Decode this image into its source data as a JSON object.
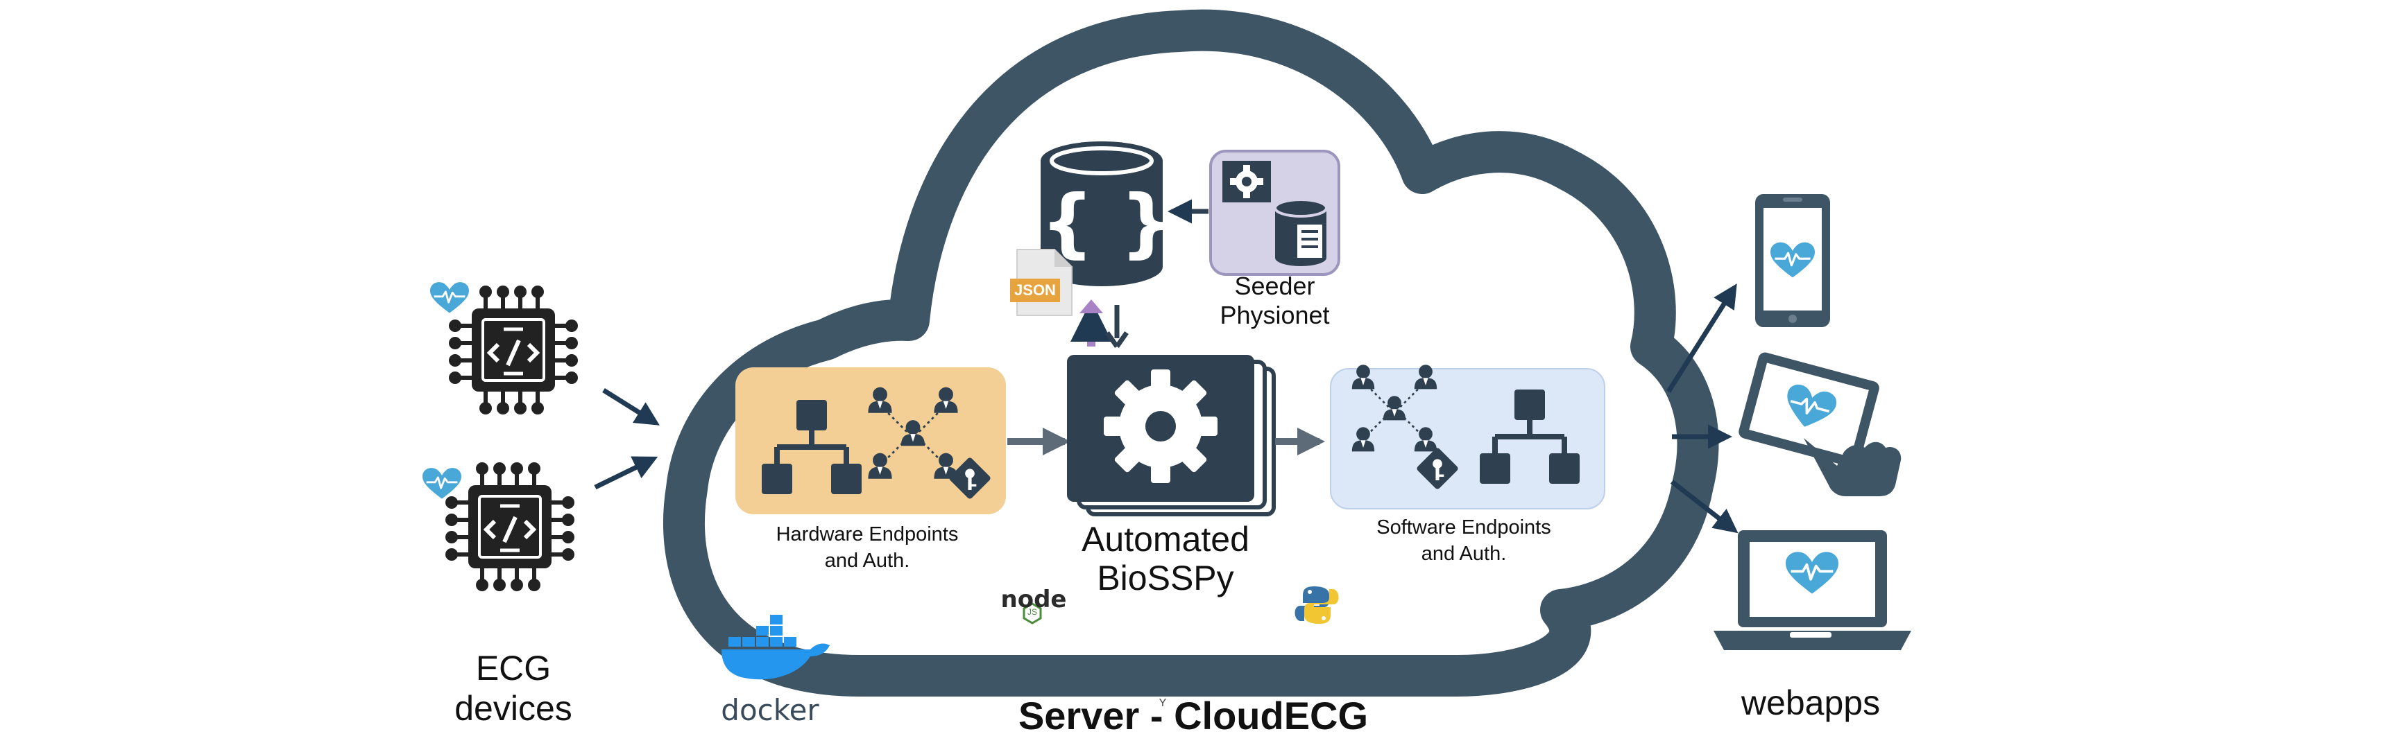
{
  "colors": {
    "cloud": "#3e5566",
    "dark": "#2f4150",
    "arrow": "#1f3a52",
    "hardware_box": "#f3cf96",
    "software_box": "#dce8f7",
    "seeder_box": "#d5d1e6",
    "heart": "#4aa8d8",
    "json_tag": "#e6a33e",
    "up_arrow": "#a783c6"
  },
  "labels": {
    "ecg_devices_line1": "ECG",
    "ecg_devices_line2": "devices",
    "hardware_line1": "Hardware Endpoints",
    "hardware_line2": "and Auth.",
    "software_line1": "Software Endpoints",
    "software_line2": "and Auth.",
    "automated_line1": "Automated",
    "automated_line2": "BioSSPy",
    "seeder_line1": "Seeder",
    "seeder_line2": "Physionet",
    "json_tag": "JSON",
    "server_title_part1": "Server - ",
    "server_title_part2": "CloudECG",
    "stray_mark": "Y",
    "webapps": "webapps",
    "docker": "docker",
    "node": "node",
    "node_badge": "JS",
    "db_braces": "{ }"
  },
  "icons": [
    "ecg-chip-icon",
    "heart-pulse-icon",
    "database-json-icon",
    "json-file-icon",
    "gear-icon",
    "seeder-database-icon",
    "hierarchy-icon",
    "user-network-icon",
    "key-icon",
    "smartphone-icon",
    "tablet-touch-icon",
    "laptop-icon",
    "docker-icon",
    "nodejs-icon",
    "python-icon"
  ]
}
